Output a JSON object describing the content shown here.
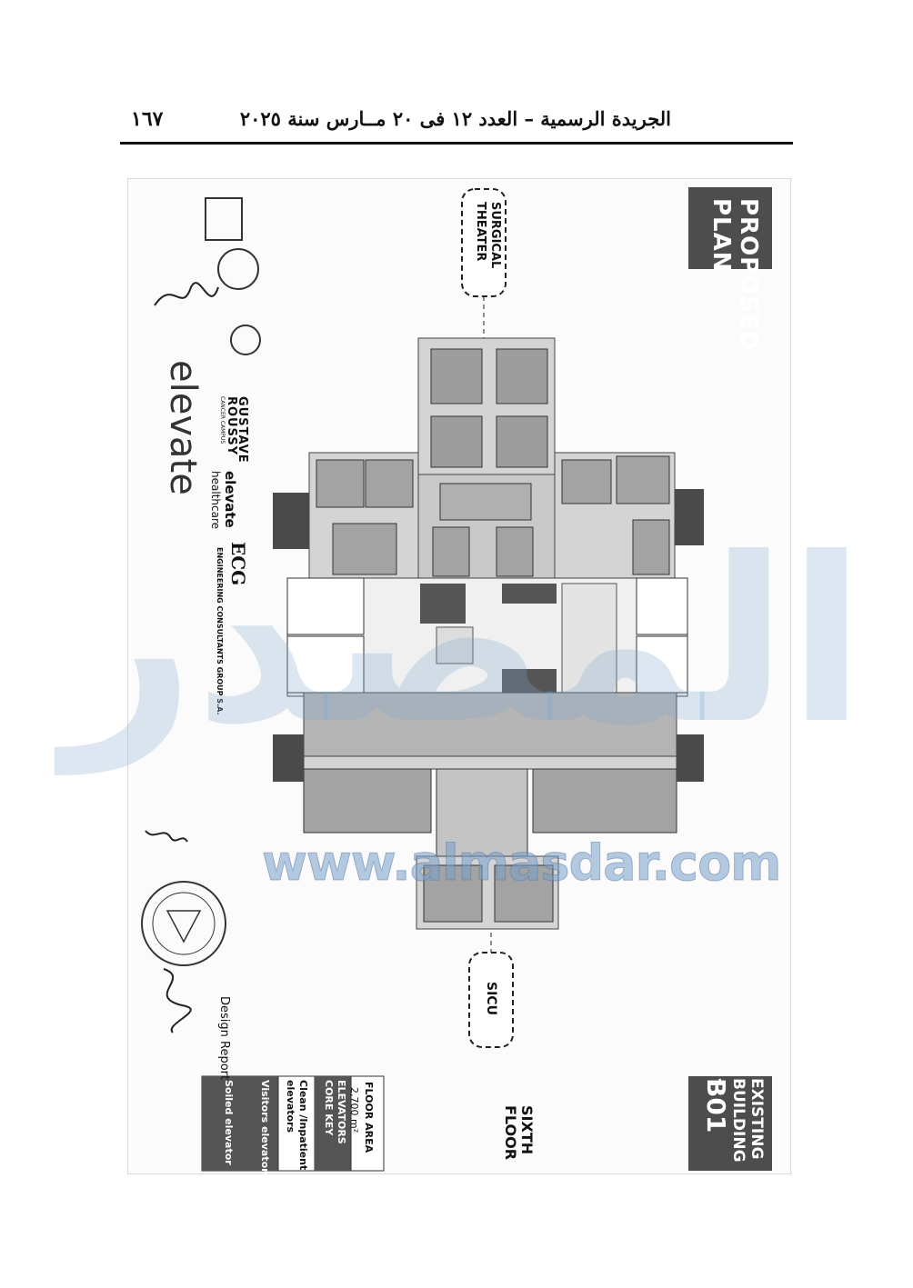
{
  "header": {
    "page_number": "١٦٧",
    "title": "الجريدة الرسمية – العدد ١٢ فى ٢٠ مــارس سنة ٢٠٢٥"
  },
  "sheet": {
    "proposed_plan": "PROPOSED PLAN",
    "surgical_theater": "SURGICAL THEATER",
    "sicu": "SICU",
    "existing_building": "EXISTING BUILDING -",
    "building_code": "B01",
    "floor_name": "SIXTH FLOOR",
    "floor_area_label": "FLOOR AREA",
    "floor_area_value": "2,700 m²",
    "elevators_core_key": "ELEVATORS CORE KEY",
    "clean_elevators": "Clean /Inpatient elevators",
    "visitors_elevators": "Visitors elevators",
    "soiled_elevator": "Soiled elevator",
    "design_report": "Design Report",
    "logos": {
      "elevate": "elevate",
      "gustave": "GUSTAVE",
      "roussy": "ROUSSY",
      "cancer_campus": "CANCER CAMPUS",
      "elevate_healthcare": "elevate",
      "healthcare": "healthcare",
      "ecg": "ECG",
      "ecg_full": "ENGINEERING CONSULTANTS GROUP S.A."
    }
  },
  "watermark": {
    "site": "www.almasdar.com",
    "brand": "المصدر"
  },
  "colors": {
    "dark_box": "#4a4a4a",
    "corridor": "#d4d4d4",
    "room": "#a8a8a8",
    "watermark": "#8fb3d6"
  }
}
